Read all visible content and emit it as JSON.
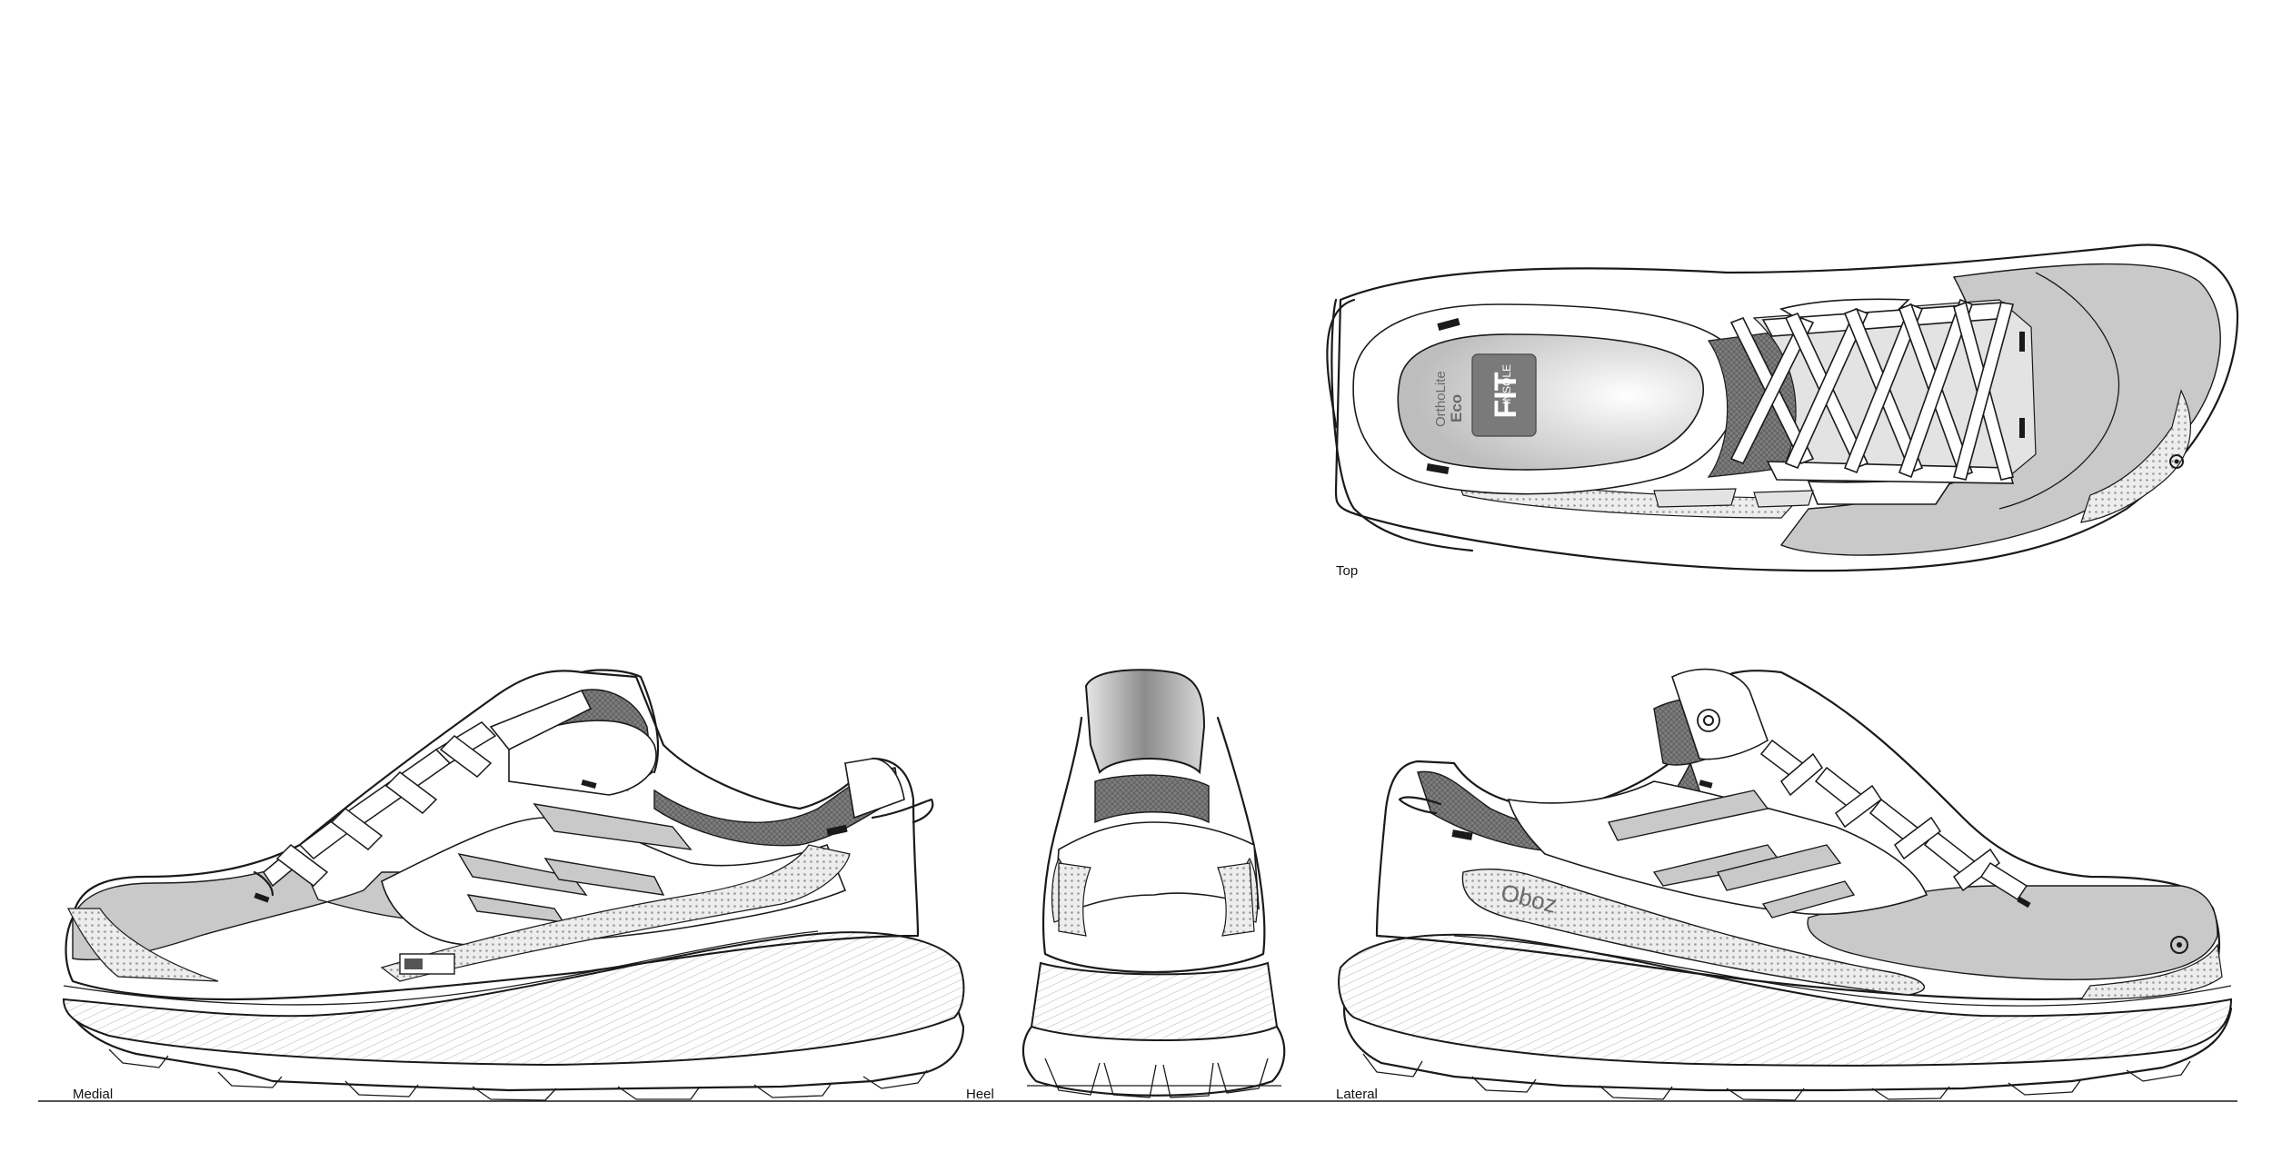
{
  "views": {
    "top": "Top",
    "medial": "Medial",
    "heel": "Heel",
    "lateral": "Lateral"
  },
  "insole": {
    "brand_line": "OrthoLite",
    "eco_line": "Eco",
    "fit_mark": "FIT",
    "insole_word": "INSOLE"
  },
  "brand_logo": "Oboz",
  "colors": {
    "line": "#1a1a1a",
    "upper_gray": "#c9c9c9",
    "mesh_gray": "#8a8a8a",
    "background": "#ffffff"
  }
}
